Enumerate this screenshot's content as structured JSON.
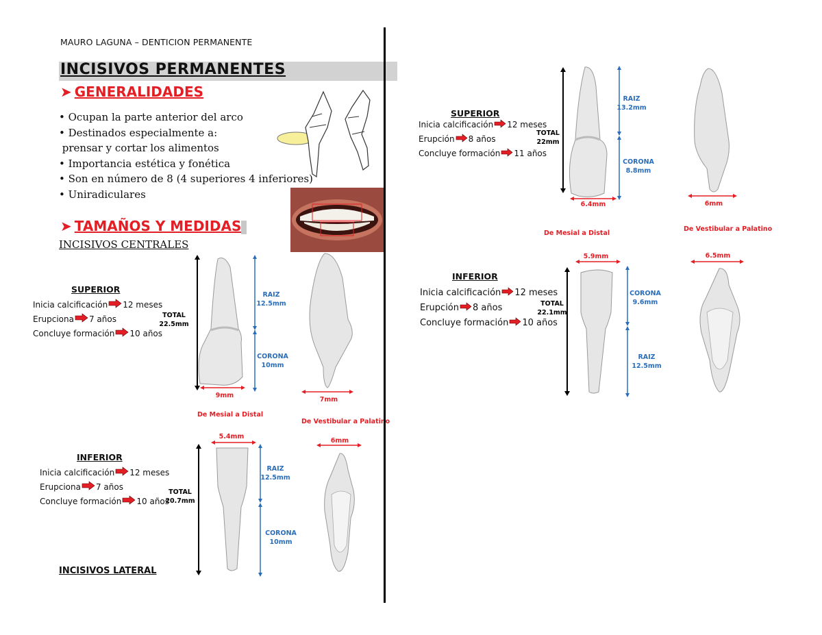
{
  "header": "MAURO LAGUNA – DENTICION PERMANENTE",
  "title": "INCISIVOS PERMANENTES",
  "generalidades": {
    "heading": "GENERALIDADES",
    "bullets": [
      "• Ocupan la parte anterior del arco",
      "• Destinados especialmente a:",
      " prensar y cortar los alimentos",
      "• Importancia estética y fonética",
      "• Son en número de 8 (4 superiores 4 inferiores)",
      "• Uniradiculares"
    ]
  },
  "tamanos": {
    "heading": "TAMAÑOS Y MEDIDAS",
    "subheading": "INCISIVOS CENTRALES"
  },
  "central_superior": {
    "title": "SUPERIOR",
    "lines": [
      {
        "label": "Inicia calcificación",
        "value": "12 meses"
      },
      {
        "label": "Erupciona",
        "value": "7 años"
      },
      {
        "label": "Concluye formación",
        "value": "10 años"
      }
    ],
    "total_label": "TOTAL",
    "total_value": "22.5mm",
    "raiz_label": "RAIZ",
    "raiz_value": "12.5mm",
    "corona_label": "CORONA",
    "corona_value": "10mm",
    "width_md": "9mm",
    "width_vp": "7mm",
    "view_md": "De Mesial a Distal",
    "view_vp": "De Vestibular a Palatino"
  },
  "central_inferior": {
    "title": "INFERIOR",
    "lines": [
      {
        "label": "Inicia calcificación",
        "value": "12 meses"
      },
      {
        "label": "Erupciona",
        "value": "7 años"
      },
      {
        "label": "Concluye formación",
        "value": "10 años"
      }
    ],
    "total_label": "TOTAL",
    "total_value": "20.7mm",
    "raiz_label": "RAIZ",
    "raiz_value": "12.5mm",
    "corona_label": "CORONA",
    "corona_value": "10mm",
    "width_md": "5.4mm",
    "width_vp": "6mm"
  },
  "lateral_heading": "INCISIVOS LATERAL",
  "lateral_superior": {
    "title": "SUPERIOR",
    "lines": [
      {
        "label": "Inicia calcificación",
        "value": "12 meses"
      },
      {
        "label": "Erupción",
        "value": "8 años"
      },
      {
        "label": "Concluye formación",
        "value": "11 años"
      }
    ],
    "total_label": "TOTAL",
    "total_value": "22mm",
    "raiz_label": "RAIZ",
    "raiz_value": "13.2mm",
    "corona_label": "CORONA",
    "corona_value": "8.8mm",
    "width_md": "6.4mm",
    "width_vp": "6mm",
    "view_md": "De Mesial a Distal",
    "view_vp": "De Vestibular a Palatino"
  },
  "lateral_inferior": {
    "title": "INFERIOR",
    "lines": [
      {
        "label": "Inicia calcificación",
        "value": "12 meses"
      },
      {
        "label": "Erupción",
        "value": "8 años"
      },
      {
        "label": "Concluye formación",
        "value": "10 años"
      }
    ],
    "total_label": "TOTAL",
    "total_value": "22.1mm",
    "raiz_label": "RAIZ",
    "raiz_value": "12.5mm",
    "corona_label": "CORONA",
    "corona_value": "9.6mm",
    "width_md": "5.9mm",
    "width_vp": "6.5mm"
  },
  "colors": {
    "accent_red": "#e31e24",
    "measure_blue": "#2a6ebb",
    "title_bar": "#d2d2d2"
  },
  "icons": [
    "arrow-right-red-icon",
    "tooth-outline-icon",
    "smile-photo",
    "tooth-illustration"
  ]
}
